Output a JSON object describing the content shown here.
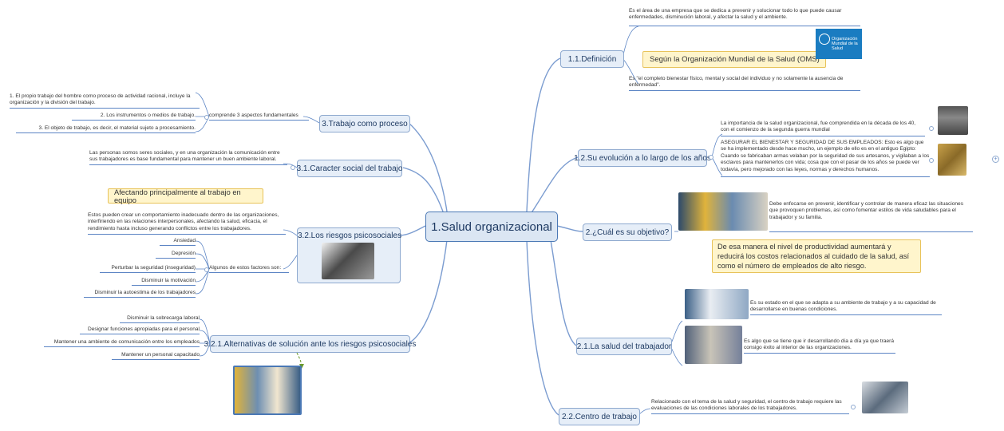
{
  "central": "1.Salud organizacional",
  "definicion": {
    "label": "1.1.Definición",
    "text1": "Es el área de una empresa que se dedica a prevenir y solucionar todo lo que puede causar enfermedades, disminución laboral, y afectar la salud y el ambiente.",
    "callout": "Según la Organización Mundial de la Salud (OMS)",
    "oms_logo": "Organización Mundial de la Salud",
    "text2": "Es \"el completo bienestar físico, mental y social del individuo y no solamente la ausencia de enfermedad\"."
  },
  "evolucion": {
    "label": "1.2.Su evolución a lo largo de los años",
    "text1": "La importancia de la salud organizacional, fue comprendida en la década de los 40, con el comienzo de la segunda guerra mundial",
    "text2": "ASEGURAR EL BIENESTAR Y SEGURIDAD DE SUS EMPLEADOS: Esto es algo que se ha implementado desde hace mucho, un ejemplo de ello es en el antiguo Egipto: Cuando se fabricaban armas velaban por la seguridad de sus artesanos, y vigilaban a los esclavos para mantenerlos con vida; cosa que con el pasar de los años se puede ver todavía, pero mejorado con las leyes, normas y derechos humanos."
  },
  "objetivo": {
    "label": "2.¿Cuál es su objetivo?",
    "text": "Debe enfocarse en prevenir, identificar y controlar de manera eficaz las situaciones que provoquen problemas, así como fomentar estilos de vida saludables para el trabajador y su familia.",
    "callout": "De esa manera el nivel de productividad aumentará y reducirá los costos relacionados al cuidado de la salud, así como el número de empleados de alto riesgo."
  },
  "salud_trabajador": {
    "label": "2.1.La salud del trabajador",
    "text1": "Es su estado en el que se adapta a su ambiente de trabajo y a su capacidad de desarrollarse en buenas condiciones.",
    "text2": "Es algo que se tiene que ir desarrollando día a día ya que traerá consigo éxito al interior de las organizaciones."
  },
  "centro": {
    "label": "2.2.Centro de trabajo",
    "text": "Relacionado con el tema de la salud y seguridad, el centro de trabajo requiere las evaluaciones de las condiciones laborales de los trabajadores."
  },
  "trabajo_proceso": {
    "label": "3.Trabajo como proceso",
    "connector": "comprende 3 aspectos fundamentales",
    "items": [
      "1. El propio trabajo del hombre como proceso de actividad racional, incluye la organización y la división del trabajo.",
      "2. Los instrumentos o medios de trabajo.",
      "3. El objeto de trabajo, es decir, el material sujeto a procesamiento."
    ]
  },
  "caracter_social": {
    "label": "3.1.Caracter social del trabajo",
    "text": "Las personas somos seres sociales, y en una organización la comunicación entre sus trabajadores es base fundamental para mantener un buen ambiente laboral."
  },
  "riesgos": {
    "label": "3.2.Los riesgos psicosociales",
    "callout": "Afectando principalmente al trabajo en equipo",
    "text": "Estos pueden crear un comportamiento inadecuado dentro de las organizaciones, interfiriendo en las relaciones interpersonales, afectando la salud, eficacia, el rendimiento hasta incluso generando conflictos entre los trabajadores.",
    "connector": "Algunos de estos factores son:",
    "factors": [
      "Ansiedad",
      "Depresión",
      "Perturbar la seguridad (inseguridad)",
      "Disminuir la motivación",
      "Disminuir la autoestima de los trabajadores"
    ]
  },
  "alternativas": {
    "label": "3.2.1.Alternativas de solución ante los riesgos psicosociales",
    "items": [
      "Disminuir la sobrecarga laboral",
      "Designar funciones apropiadas para el personal",
      "Mantener una ambiente de comunicación entre los empleados",
      "Mantener un personal capacitado"
    ]
  },
  "colors": {
    "accent": "#5b84c4",
    "topic_fill": "#e6eef8",
    "callout_fill": "#fff5cc"
  }
}
